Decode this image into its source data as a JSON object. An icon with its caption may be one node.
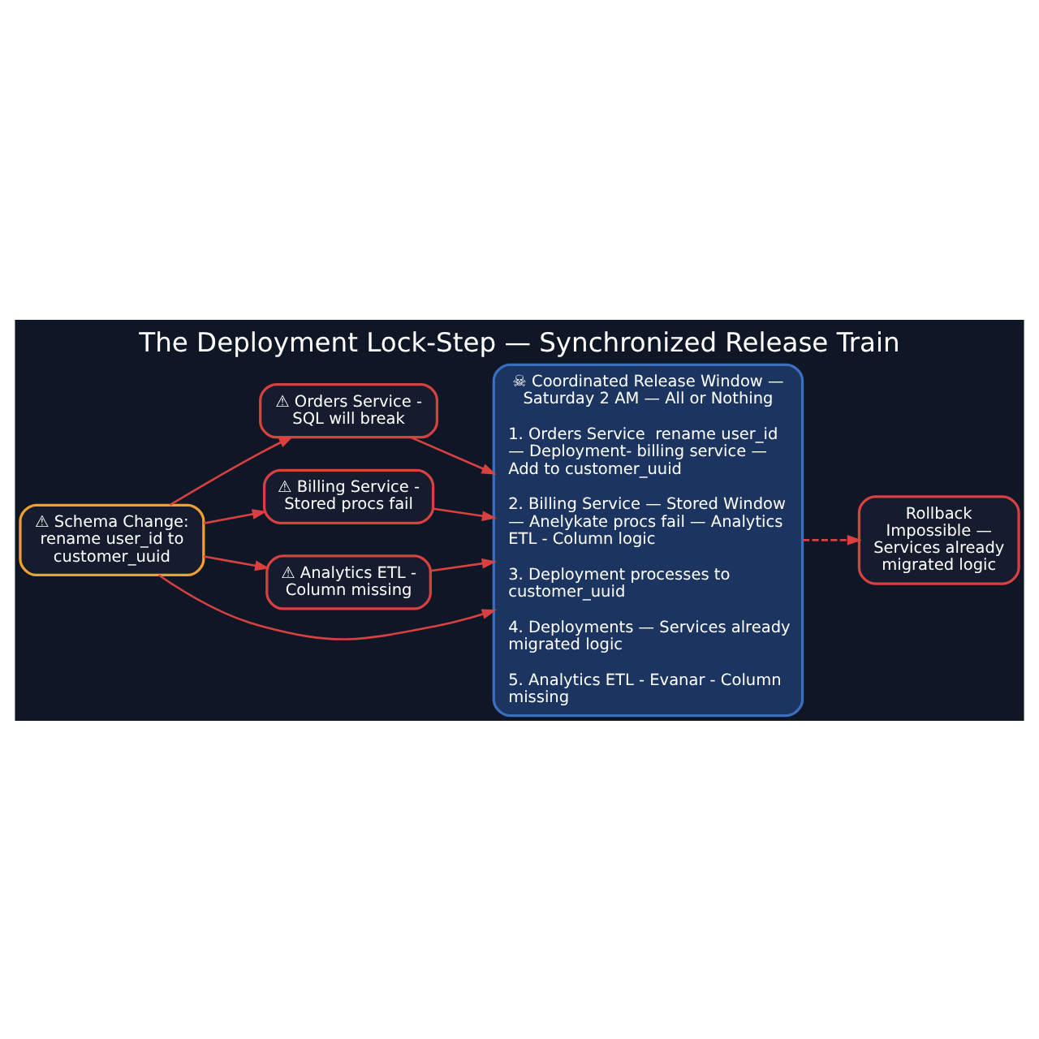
{
  "diagram": {
    "title": "The Deployment Lock-Step — Synchronized Release Train",
    "nodes": [
      {
        "text": [
          "⚠ Schema Change: rename user_id to customer_uuid"
        ]
      },
      {
        "text": [
          "⚠ Orders Service - SQL will break"
        ]
      },
      {
        "text": [
          "⚠ Billing Service - Stored procs fail"
        ]
      },
      {
        "text": [
          "⚠ Analytics ETL - Column missing"
        ]
      },
      {
        "text": [
          "☠ Coordinated Release Window — Saturday 2 AM — All or Nothing",
          "1. Orders Service  rename user_id — Deployment- billing service — Add to customer_uuid",
          "2. Billing Service — Stored Window — Anelykate procs fail — Analytics ETL - Column logic",
          "3. Deployment processes to customer_uuid",
          "4. Deployments — Services already migrated logic",
          "5. Analytics ETL - Evanar - Column missing"
        ]
      },
      {
        "text": [
          "Rollback Impossible — Services already migrated logic"
        ]
      }
    ],
    "edges": [
      {
        "from": 0,
        "to": 1,
        "arrow": "to"
      },
      {
        "from": 0,
        "to": 2,
        "arrow": "to"
      },
      {
        "from": 0,
        "to": 3,
        "arrow": "to"
      },
      {
        "from": 0,
        "to": 4,
        "arrow": "to"
      },
      {
        "from": 1,
        "to": 4,
        "arrow": "to"
      },
      {
        "from": 2,
        "to": 4,
        "arrow": "to"
      },
      {
        "from": 3,
        "to": 4,
        "arrow": "to"
      },
      {
        "from": 4,
        "to": 5,
        "arrow": "to",
        "style": "dashed"
      }
    ]
  }
}
